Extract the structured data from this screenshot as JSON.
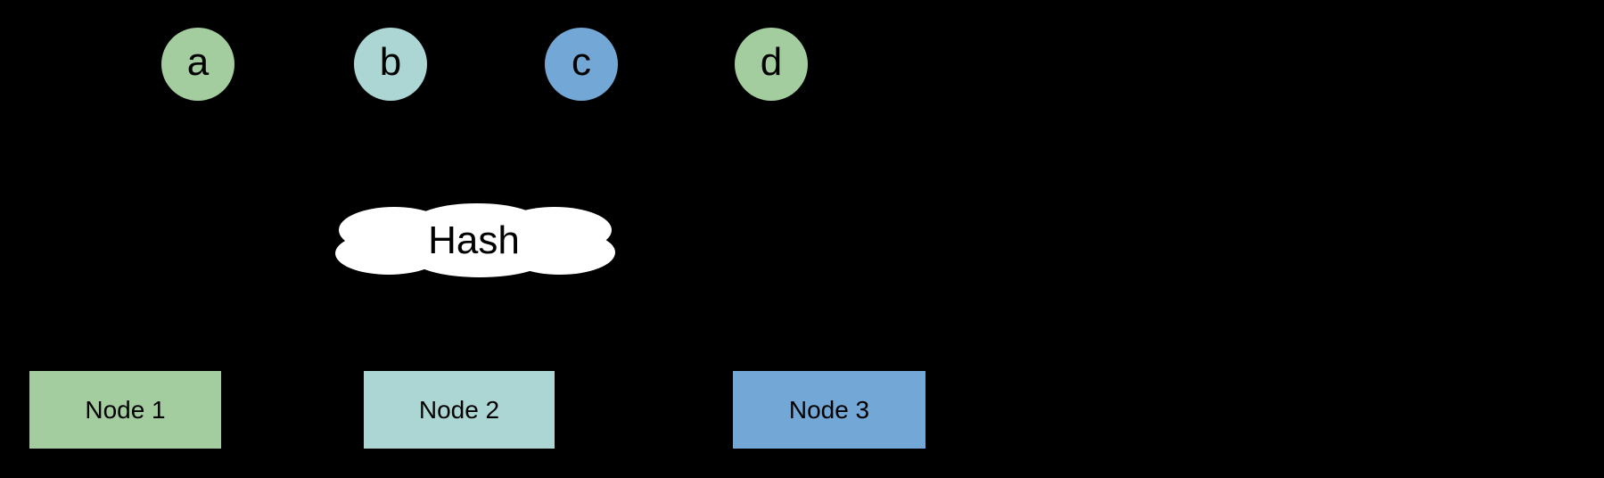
{
  "diagram": {
    "background_color": "#000000",
    "keys": [
      {
        "label": "a",
        "color": "#A3CD9E"
      },
      {
        "label": "b",
        "color": "#ACD6D4"
      },
      {
        "label": "c",
        "color": "#73A7D6"
      },
      {
        "label": "d",
        "color": "#A3CD9E"
      }
    ],
    "hash_cloud": {
      "label": "Hash",
      "fill_color": "#FFFFFF",
      "text_color": "#000000"
    },
    "nodes": [
      {
        "label": "Node 1",
        "color": "#A3CD9E"
      },
      {
        "label": "Node 2",
        "color": "#ACD6D4"
      },
      {
        "label": "Node 3",
        "color": "#73A7D6"
      }
    ]
  }
}
